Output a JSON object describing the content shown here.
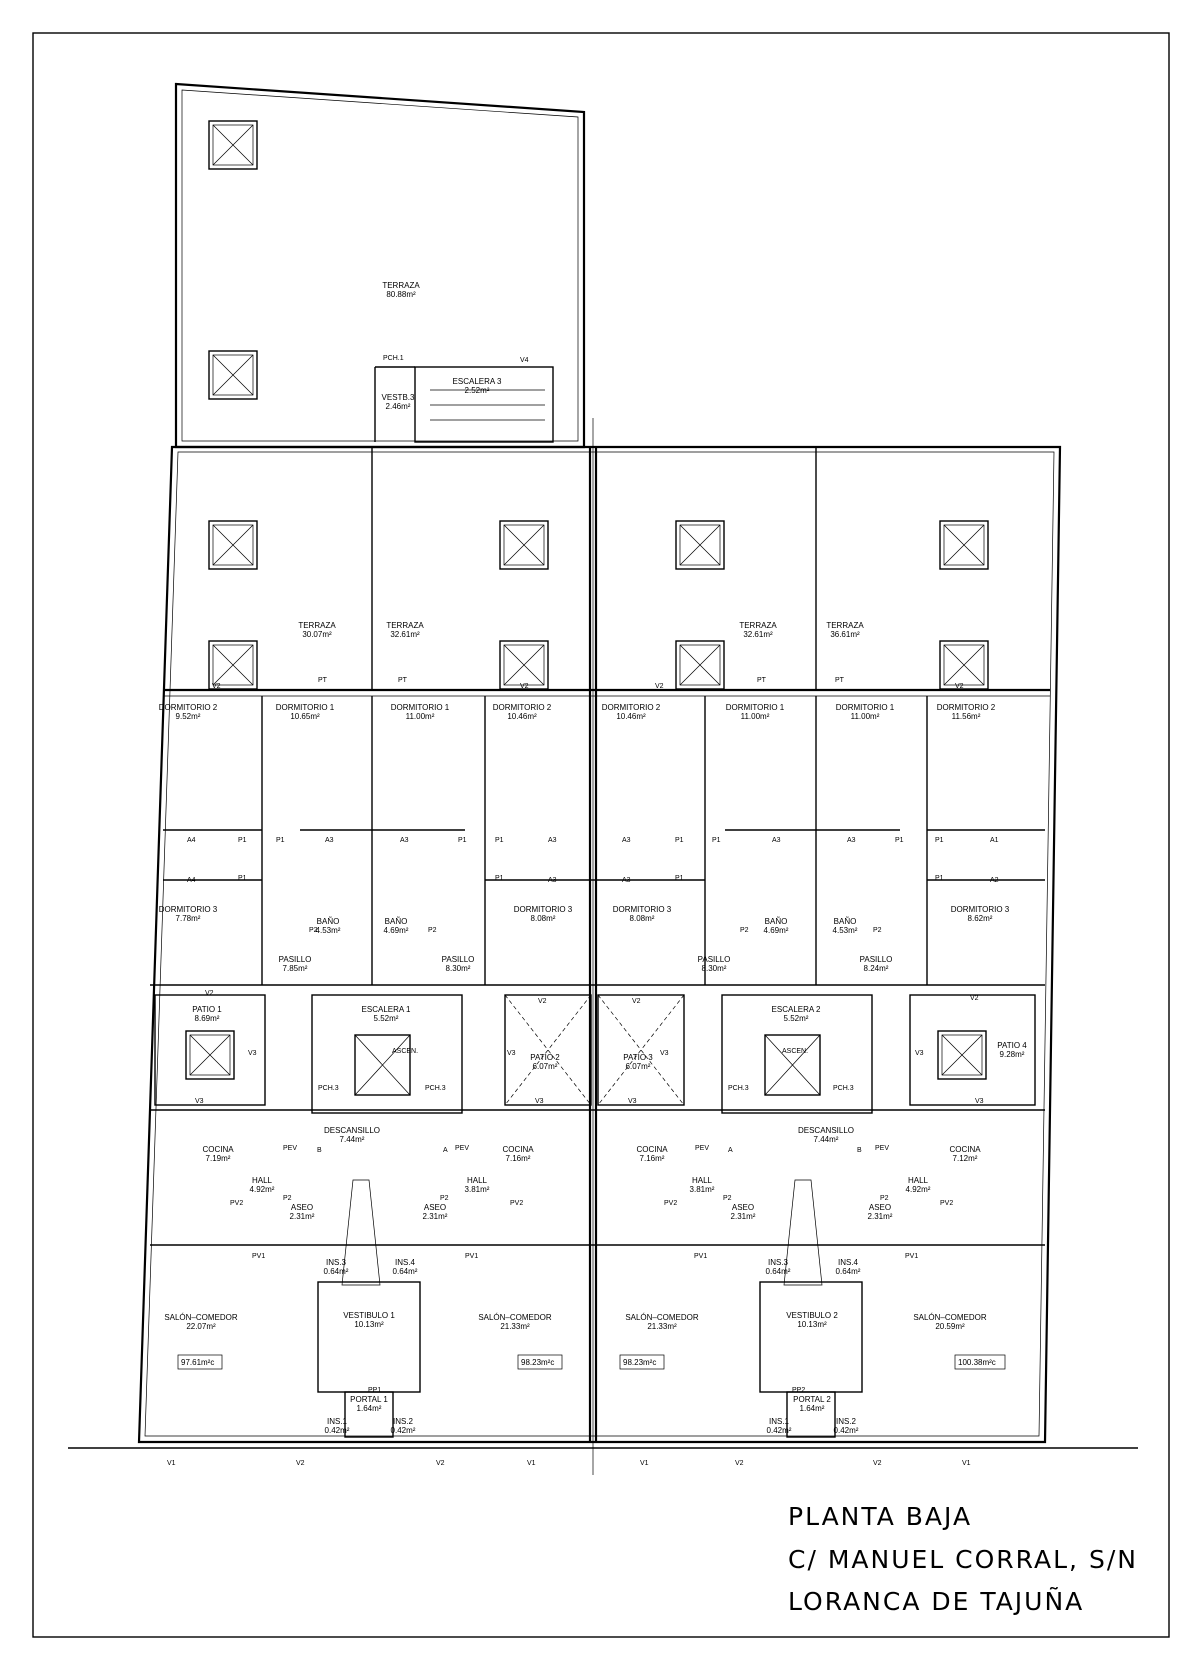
{
  "title_block": {
    "line1": "PLANTA BAJA",
    "line2": "C/ MANUEL CORRAL, S/N",
    "line3": "LORANCA DE TAJUÑA"
  },
  "rooms": [
    {
      "id": "terraza-top",
      "name": "TERRAZA",
      "area": "80.88m²"
    },
    {
      "id": "escalera-3",
      "name": "ESCALERA 3",
      "area": "2.52m²"
    },
    {
      "id": "vestb-3",
      "name": "VESTB.3",
      "area": "2.46m²"
    },
    {
      "id": "terraza-1",
      "name": "TERRAZA",
      "area": "30.07m²"
    },
    {
      "id": "terraza-2",
      "name": "TERRAZA",
      "area": "32.61m²"
    },
    {
      "id": "terraza-3",
      "name": "TERRAZA",
      "area": "32.61m²"
    },
    {
      "id": "terraza-4",
      "name": "TERRAZA",
      "area": "36.61m²"
    },
    {
      "id": "dorm2-a",
      "name": "DORMITORIO 2",
      "area": "9.52m²"
    },
    {
      "id": "dorm1-a",
      "name": "DORMITORIO 1",
      "area": "10.65m²"
    },
    {
      "id": "dorm1-b",
      "name": "DORMITORIO 1",
      "area": "11.00m²"
    },
    {
      "id": "dorm2-b",
      "name": "DORMITORIO 2",
      "area": "10.46m²"
    },
    {
      "id": "dorm2-c",
      "name": "DORMITORIO 2",
      "area": "10.46m²"
    },
    {
      "id": "dorm1-c",
      "name": "DORMITORIO 1",
      "area": "11.00m²"
    },
    {
      "id": "dorm1-d",
      "name": "DORMITORIO 1",
      "area": "11.00m²"
    },
    {
      "id": "dorm2-d",
      "name": "DORMITORIO 2",
      "area": "11.56m²"
    },
    {
      "id": "dorm3-a",
      "name": "DORMITORIO 3",
      "area": "7.78m²"
    },
    {
      "id": "bano-a",
      "name": "BAÑO",
      "area": "4.53m²"
    },
    {
      "id": "bano-b",
      "name": "BAÑO",
      "area": "4.69m²"
    },
    {
      "id": "dorm3-b",
      "name": "DORMITORIO 3",
      "area": "8.08m²"
    },
    {
      "id": "dorm3-c",
      "name": "DORMITORIO 3",
      "area": "8.08m²"
    },
    {
      "id": "bano-c",
      "name": "BAÑO",
      "area": "4.69m²"
    },
    {
      "id": "bano-d",
      "name": "BAÑO",
      "area": "4.53m²"
    },
    {
      "id": "dorm3-d",
      "name": "DORMITORIO 3",
      "area": "8.62m²"
    },
    {
      "id": "pasillo-a",
      "name": "PASILLO",
      "area": "7.85m²"
    },
    {
      "id": "pasillo-b",
      "name": "PASILLO",
      "area": "8.30m²"
    },
    {
      "id": "pasillo-c",
      "name": "PASILLO",
      "area": "8.30m²"
    },
    {
      "id": "pasillo-d",
      "name": "PASILLO",
      "area": "8.24m²"
    },
    {
      "id": "patio-1",
      "name": "PATIO 1",
      "area": "8.69m²"
    },
    {
      "id": "escalera-1",
      "name": "ESCALERA 1",
      "area": "5.52m²"
    },
    {
      "id": "patio-2",
      "name": "PATIO 2",
      "area": "6.07m²"
    },
    {
      "id": "patio-3",
      "name": "PATIO 3",
      "area": "6.07m²"
    },
    {
      "id": "escalera-2",
      "name": "ESCALERA 2",
      "area": "5.52m²"
    },
    {
      "id": "patio-4",
      "name": "PATIO 4",
      "area": "9.28m²"
    },
    {
      "id": "descansillo-1",
      "name": "DESCANSILLO",
      "area": "7.44m²"
    },
    {
      "id": "descansillo-2",
      "name": "DESCANSILLO",
      "area": "7.44m²"
    },
    {
      "id": "cocina-a",
      "name": "COCINA",
      "area": "7.19m²"
    },
    {
      "id": "cocina-b",
      "name": "COCINA",
      "area": "7.16m²"
    },
    {
      "id": "cocina-c",
      "name": "COCINA",
      "area": "7.16m²"
    },
    {
      "id": "cocina-d",
      "name": "COCINA",
      "area": "7.12m²"
    },
    {
      "id": "hall-a",
      "name": "HALL",
      "area": "4.92m²"
    },
    {
      "id": "hall-b",
      "name": "HALL",
      "area": "3.81m²"
    },
    {
      "id": "hall-c",
      "name": "HALL",
      "area": "3.81m²"
    },
    {
      "id": "hall-d",
      "name": "HALL",
      "area": "4.92m²"
    },
    {
      "id": "aseo-a",
      "name": "ASEO",
      "area": "2.31m²"
    },
    {
      "id": "aseo-b",
      "name": "ASEO",
      "area": "2.31m²"
    },
    {
      "id": "aseo-c",
      "name": "ASEO",
      "area": "2.31m²"
    },
    {
      "id": "aseo-d",
      "name": "ASEO",
      "area": "2.31m²"
    },
    {
      "id": "salon-a",
      "name": "SALÓN–COMEDOR",
      "area": "22.07m²"
    },
    {
      "id": "salon-b",
      "name": "SALÓN–COMEDOR",
      "area": "21.33m²"
    },
    {
      "id": "salon-c",
      "name": "SALÓN–COMEDOR",
      "area": "21.33m²"
    },
    {
      "id": "salon-d",
      "name": "SALÓN–COMEDOR",
      "area": "20.59m²"
    },
    {
      "id": "vestibulo-1",
      "name": "VESTIBULO 1",
      "area": "10.13m²"
    },
    {
      "id": "vestibulo-2",
      "name": "VESTIBULO 2",
      "area": "10.13m²"
    },
    {
      "id": "portal-1",
      "name": "PORTAL 1",
      "area": "1.64m²"
    },
    {
      "id": "portal-2",
      "name": "PORTAL 2",
      "area": "1.64m²"
    },
    {
      "id": "ins3-a",
      "name": "INS.3",
      "area": "0.64m²"
    },
    {
      "id": "ins4-a",
      "name": "INS.4",
      "area": "0.64m²"
    },
    {
      "id": "ins3-b",
      "name": "INS.3",
      "area": "0.64m²"
    },
    {
      "id": "ins4-b",
      "name": "INS.4",
      "area": "0.64m²"
    },
    {
      "id": "ins1-a",
      "name": "INS.1",
      "area": "0.42m²"
    },
    {
      "id": "ins2-a",
      "name": "INS.2",
      "area": "0.42m²"
    },
    {
      "id": "ins1-b",
      "name": "INS.1",
      "area": "0.42m²"
    },
    {
      "id": "ins2-b",
      "name": "INS.2",
      "area": "0.42m²"
    }
  ],
  "dwelling_totals": [
    "97.61m²c",
    "98.23m²c",
    "98.23m²c",
    "100.38m²c"
  ],
  "labels": {
    "PCH1": "PCH.1",
    "PCH3": "PCH.3",
    "V1": "V1",
    "V2": "V2",
    "V3": "V3",
    "V4": "V4",
    "P1": "P1",
    "P2": "P2",
    "PT": "PT",
    "PV1": "PV1",
    "PV2": "PV2",
    "PEV": "PEV",
    "PP1": "PP1",
    "PP2": "PP2",
    "A1": "A1",
    "A2": "A2",
    "A3": "A3",
    "A4": "A4",
    "ASCEN": "ASCEN.",
    "A": "A",
    "B": "B"
  }
}
